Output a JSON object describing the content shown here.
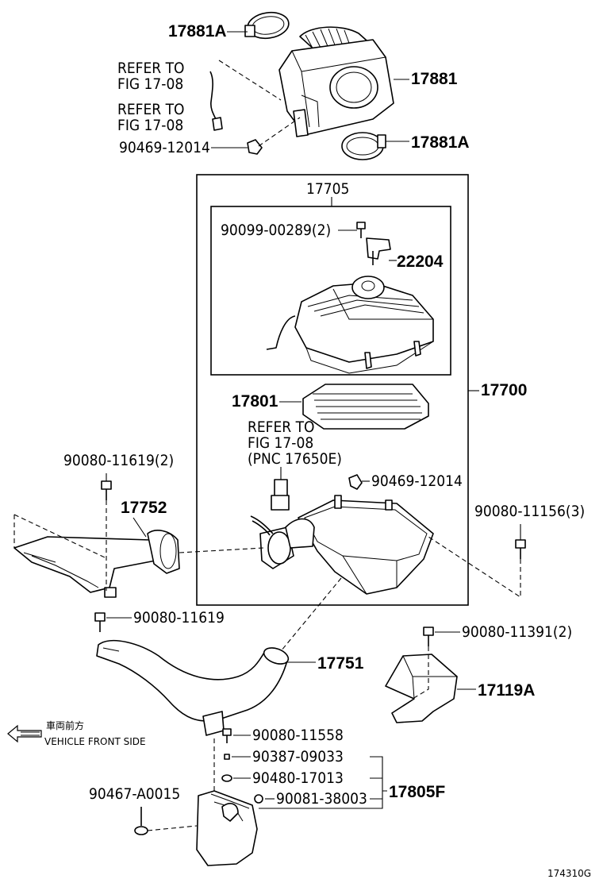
{
  "diagram_id": "174310G",
  "labels": {
    "p17881A_top": "17881A",
    "p17881": "17881",
    "p17881A_bot": "17881A",
    "refer1_l1": "REFER TO",
    "refer1_l2": "FIG 17-08",
    "refer2_l1": "REFER TO",
    "refer2_l2": "FIG 17-08",
    "p90469_top": "90469-12014",
    "p17705": "17705",
    "p90099": "90099-00289(2)",
    "p22204": "22204",
    "p17801": "17801",
    "p17700": "17700",
    "refer3_l1": "REFER TO",
    "refer3_l2": "FIG 17-08",
    "refer3_l3": "(PNC 17650E)",
    "p90469_mid": "90469-12014",
    "p90080_11619_2": "90080-11619(2)",
    "p17752": "17752",
    "p90080_11156": "90080-11156(3)",
    "p90080_11619": "90080-11619",
    "p17751": "17751",
    "p90080_11391": "90080-11391(2)",
    "p17119A": "17119A",
    "front_jp": "車両前方",
    "front_en": "VEHICLE FRONT SIDE",
    "p90080_11558": "90080-11558",
    "p90387": "90387-09033",
    "p90480": "90480-17013",
    "p90467": "90467-A0015",
    "p90081": "90081-38003",
    "p17805F": "17805F"
  }
}
